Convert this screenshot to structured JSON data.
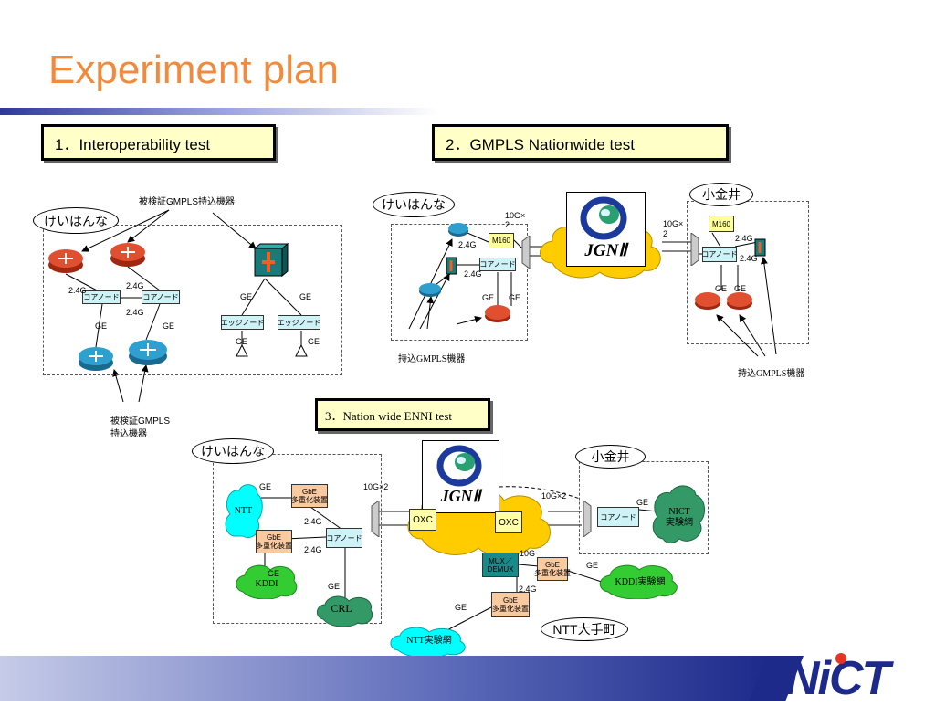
{
  "slide": {
    "title": "Experiment plan",
    "brand_logo_text": "NiCT",
    "colors": {
      "title": "#f08a3c",
      "rule": "#2d3a9c",
      "jgn_cloud": "#ffcc00",
      "ntt_cloud": "#00ffff",
      "kddi_cloud": "#33cc33",
      "nict_cloud": "#339966",
      "router_red": "#e05030",
      "router_blue": "#2ea0d0"
    }
  },
  "section1": {
    "heading": "1．Interoperability test",
    "site": "けいはんな",
    "callout_top": "被検証GMPLS持込機器",
    "callout_bottom": [
      "被検証GMPLS",
      "持込機器"
    ],
    "core_node": "コアノード",
    "edge_node": "エッジノード",
    "link_24g": "2.4G",
    "link_ge": "GE"
  },
  "section2": {
    "heading": "2．GMPLS Nationwide test",
    "site_left": "けいはんな",
    "site_right": "小金井",
    "m160": "M160",
    "core_node": "コアノード",
    "link_24g": "2.4G",
    "link_ge": "GE",
    "link_10g": [
      "10G×",
      "2"
    ],
    "jgn_logo": "JGNⅡ",
    "caption_left": "持込GMPLS機器",
    "caption_right": "持込GMPLS機器"
  },
  "section3": {
    "heading": "3．Nation wide ENNI test",
    "site_left": "けいはんな",
    "site_right": "小金井",
    "site_bottom": "NTT大手町",
    "gbe_line1": "GbE",
    "gbe_line2": "多重化装置",
    "core_node": "コアノード",
    "oxc": "OXC",
    "mux_line1": "MUX／",
    "mux_line2": "DEMUX",
    "link_10g2": "10G×2",
    "link_10g": "10G",
    "link_24g": "2.4G",
    "link_ge": "GE",
    "jgn_logo": "JGNⅡ",
    "clouds": {
      "ntt": "NTT",
      "kddi": "KDDI",
      "crl": "CRL",
      "nict_1": "NICT",
      "nict_2": "実験網",
      "kddi_net": "KDDI実験網",
      "ntt_net": "NTT実験網"
    }
  }
}
